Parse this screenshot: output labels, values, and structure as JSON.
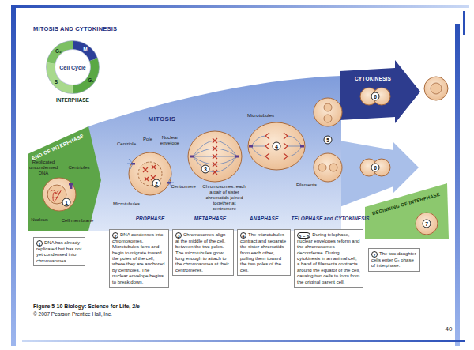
{
  "diagram": {
    "title": "MITOSIS AND CYTOKINESIS",
    "caption": "Figure 5-10 Biology: Science for Life, 2/e",
    "nodes": [
      {
        "text": [
          "1",
          "DNA has already replicated but has not yet condensed into chromosomes."
        ]
      },
      {
        "text": [
          "2",
          "DNA condenses into chromosomes. Microtubules form and begin to migrate toward the poles of the cell, where they are anchored by centrioles. The nuclear envelope begins to break down."
        ]
      },
      {
        "text": [
          "3",
          "Chromosomes align at the middle of the cell, between the two poles. The microtubules grow long enough to attach to the chromosomes at their centromeres."
        ]
      },
      {
        "text": [
          "4",
          "The microtubules contract and separate the sister chromatids from each other, pulling them toward the two poles of the cell."
        ]
      },
      {
        "text": [
          "5 – 6",
          "During telophase, nuclear envelopes reform and the chromosomes decondense. During cytokinesis in an animal cell, a band of filaments contracts around the equator of the cell, causing two cells to form from the original parent cell."
        ]
      },
      {
        "text": [
          "7",
          "The two daughter cells enter G₁ phase of interphase."
        ]
      }
    ],
    "labels": [
      "M",
      "G₂",
      "G₁",
      "S",
      "Cell Cycle",
      "INTERPHASE",
      "END OF INTERPHASE",
      "MITOSIS",
      "Replicated uncondensed DNA",
      "Centrioles",
      "Nucleus",
      "Cell membrane",
      "1",
      "Centriole",
      "Pole",
      "Nuclear envelope",
      "Microtubules",
      "2",
      "PROPHASE",
      "Centromere",
      "Chromosomes: each a pair of sister chromatids joined together at centromere",
      "3",
      "METAPHASE",
      "Microtubules",
      "4",
      "ANAPHASE",
      "Filaments",
      "5",
      "TELOPHASE and CYTOKINESIS",
      "CYTOKINESIS",
      "6",
      "6",
      "BEGINNING OF INTERPHASE",
      "7",
      "© 2007 Pearson Prentice Hall, Inc.",
      "40"
    ]
  }
}
